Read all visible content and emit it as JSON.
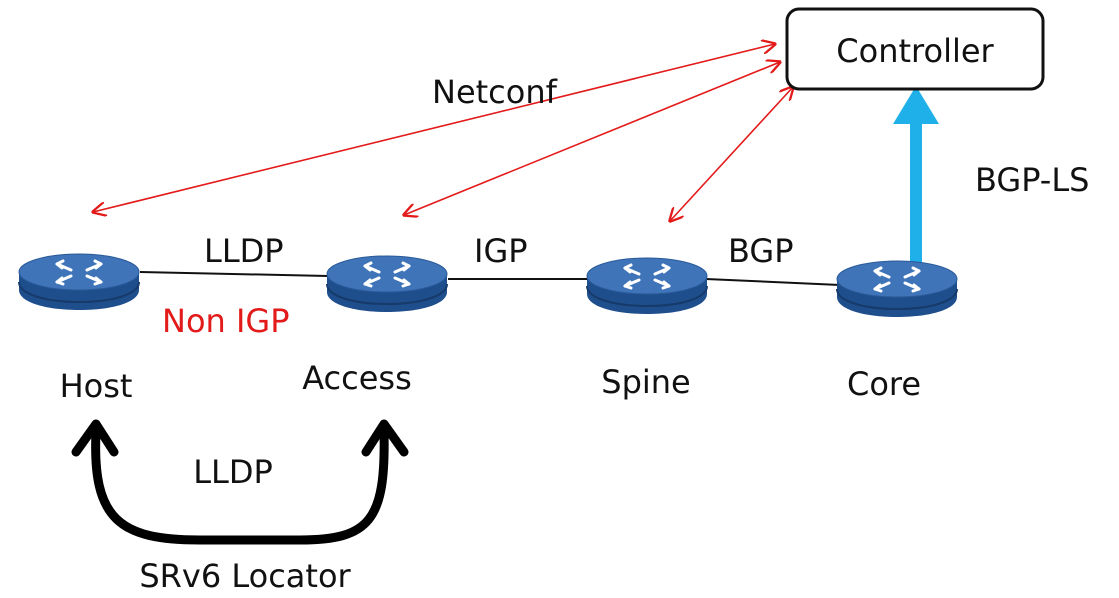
{
  "controller": {
    "label": "Controller"
  },
  "links": {
    "netconf": "Netconf",
    "bgp_ls": "BGP-LS",
    "host_access": "LLDP",
    "host_access_note": "Non IGP",
    "access_spine": "IGP",
    "spine_core": "BGP"
  },
  "nodes": {
    "host": "Host",
    "access": "Access",
    "spine": "Spine",
    "core": "Core"
  },
  "bottom": {
    "exchange_label": "LLDP",
    "caption": "SRv6 Locator"
  },
  "colors": {
    "netconf_arrow": "#e31a1a",
    "bgp_ls_arrow": "#1fb0ea",
    "note_text": "#e31a1a",
    "router_body": "#1f4e8c",
    "router_top": "#3f74b9",
    "router_icon": "#ffffff",
    "lldp_arrow": "#000000"
  },
  "icons": {
    "router": "router-icon"
  }
}
